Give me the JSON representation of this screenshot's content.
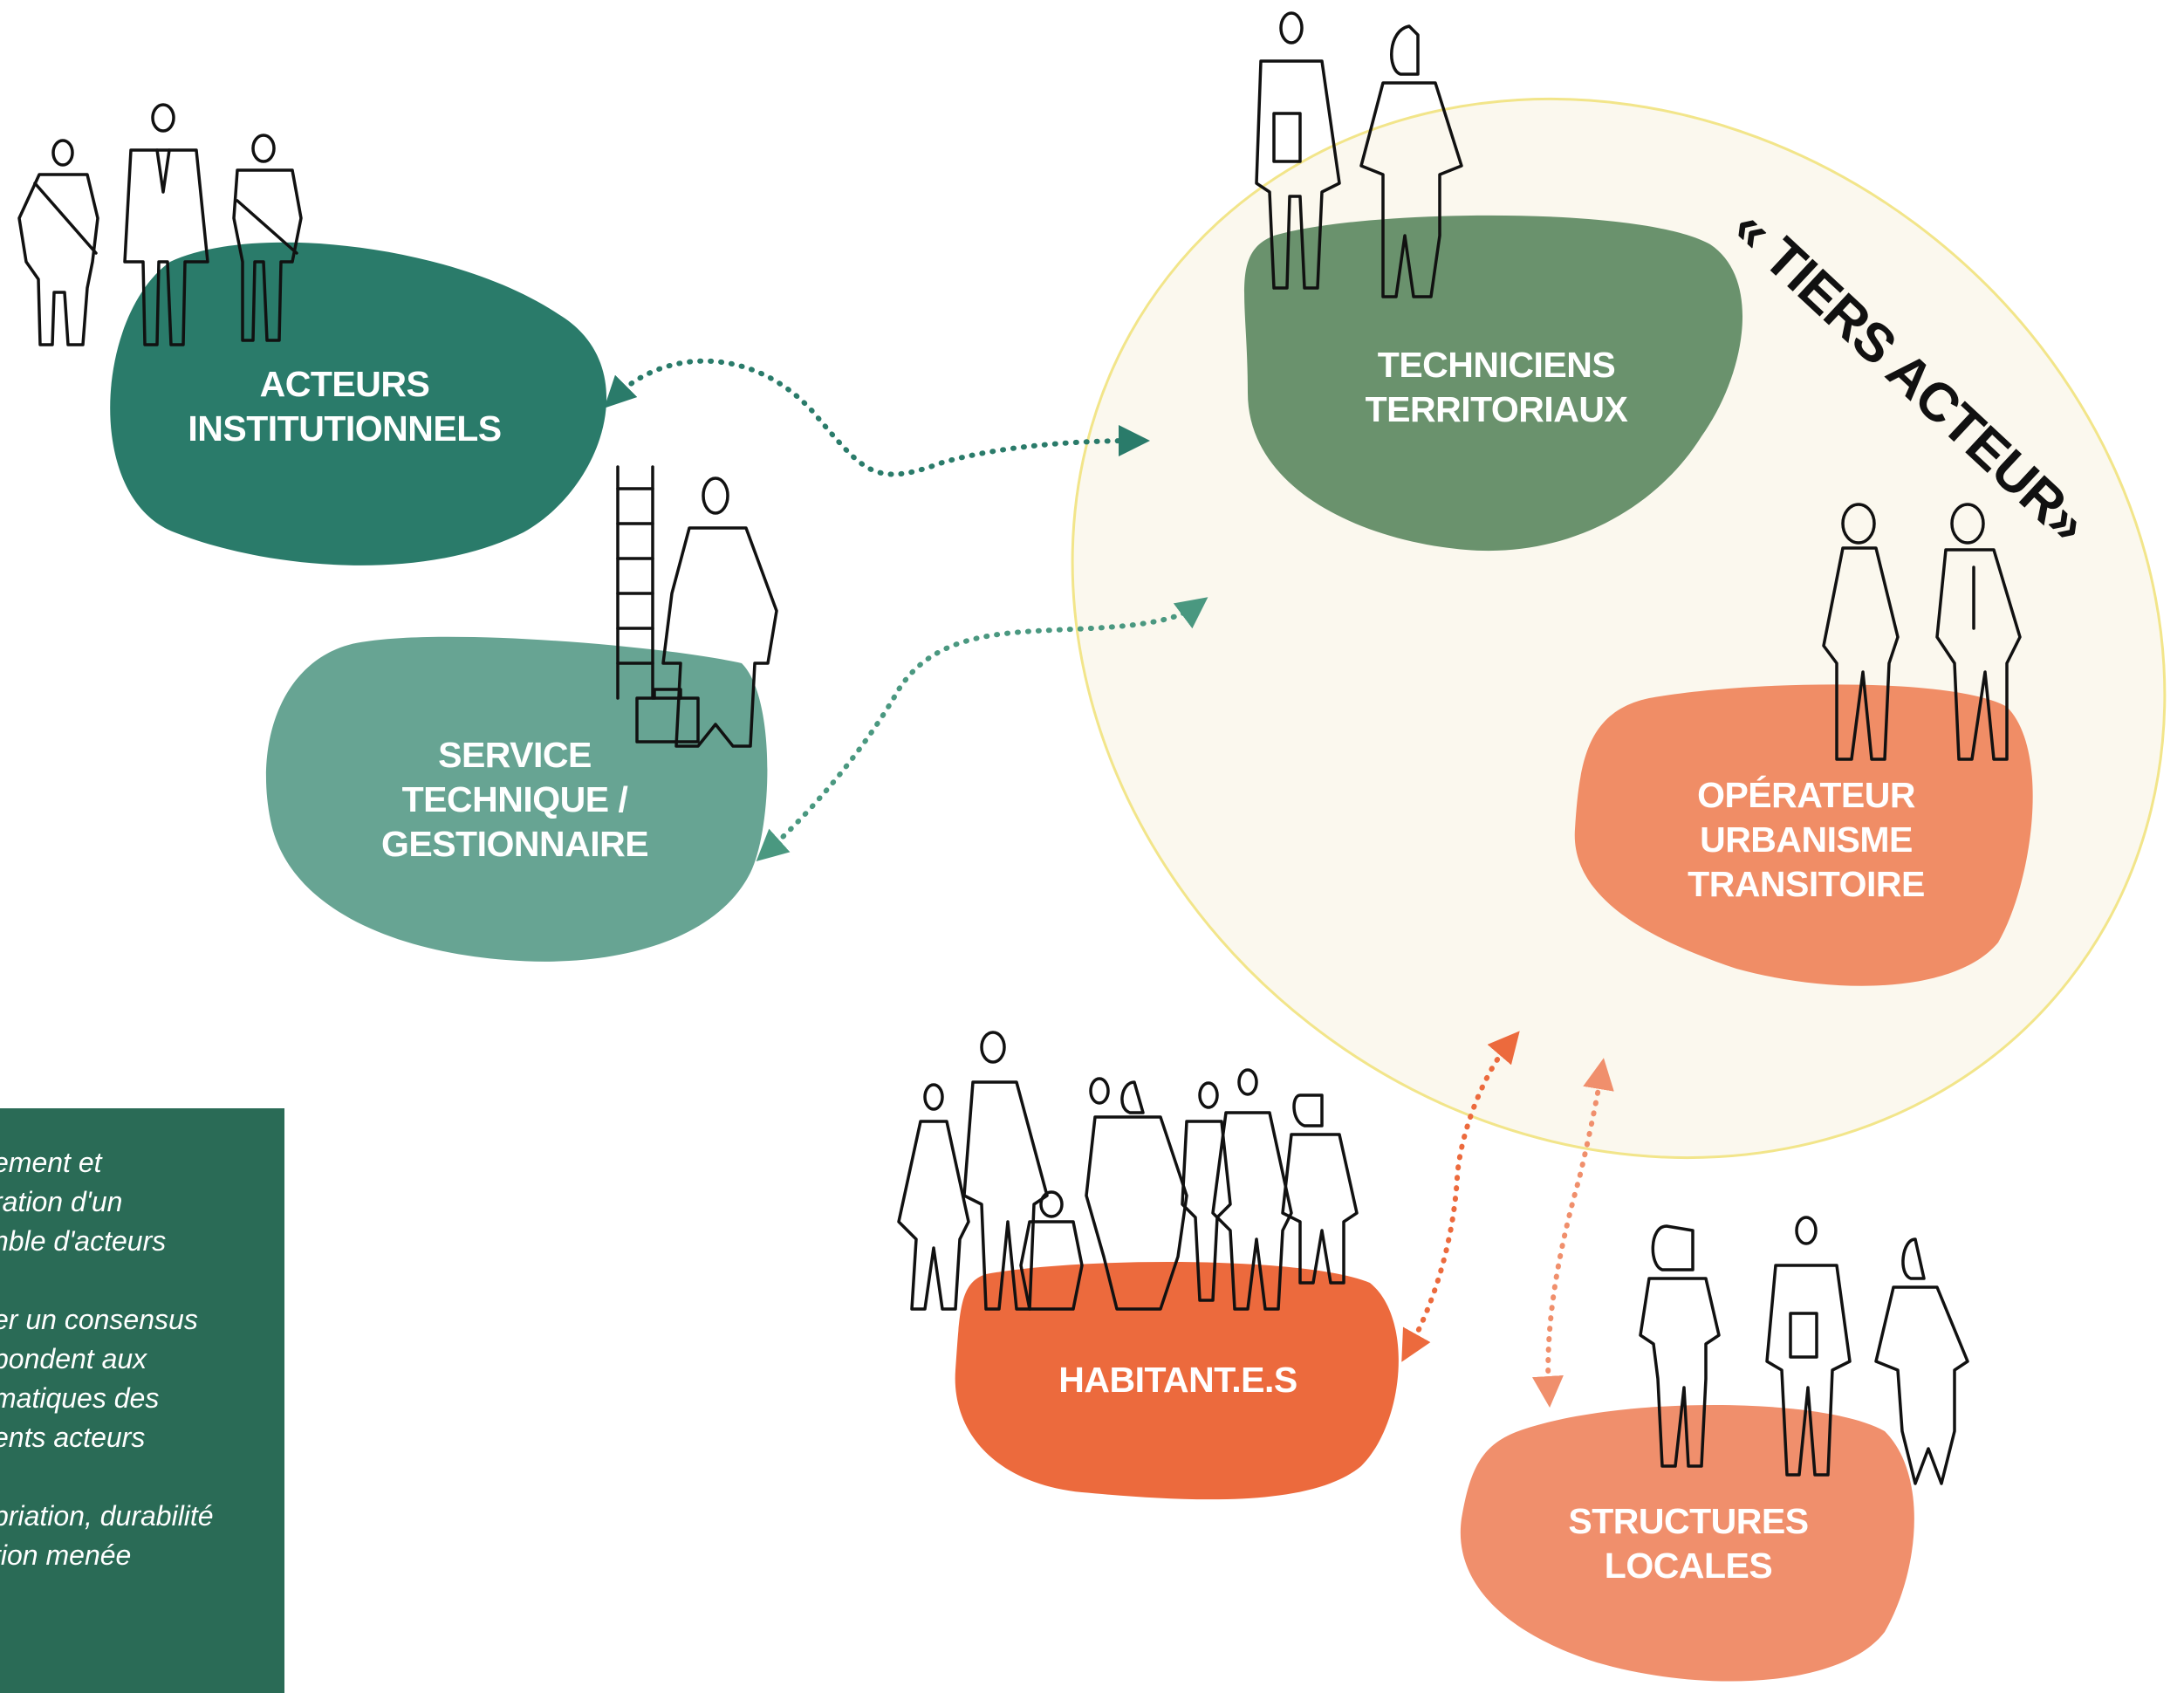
{
  "title": "« TIERS ACTEUR»",
  "groups": {
    "acteurs": {
      "label": [
        "ACTEURS",
        "INSTITUTIONNELS"
      ],
      "color": "#2a7b6a"
    },
    "service": {
      "label": [
        "SERVICE",
        "TECHNIQUE /",
        "GESTIONNAIRE"
      ],
      "color": "#67a493"
    },
    "techniciens": {
      "label": [
        "TECHNICIENS",
        "TERRITORIAUX"
      ],
      "color": "#6a926d"
    },
    "operateur": {
      "label": [
        "OPÉRATEUR",
        "URBANISME",
        "TRANSITOIRE"
      ],
      "color": "#f08d66"
    },
    "habitants": {
      "label": [
        "HABITANT.E.S"
      ],
      "color": "#ec6a3d"
    },
    "structures": {
      "label": [
        "STRUCTURES",
        "LOCALES"
      ],
      "color": "#f08f6c"
    }
  },
  "tiers_zone_color": "#fbf8ee",
  "sidebar": {
    "paragraphs": [
      [
        "ement et",
        "ration d'un",
        "nble d'acteurs"
      ],
      [
        "er un consensus",
        "pondent aux",
        "matiques des",
        "ents acteurs"
      ],
      [
        "priation, durabilité",
        "tion menée"
      ]
    ]
  }
}
